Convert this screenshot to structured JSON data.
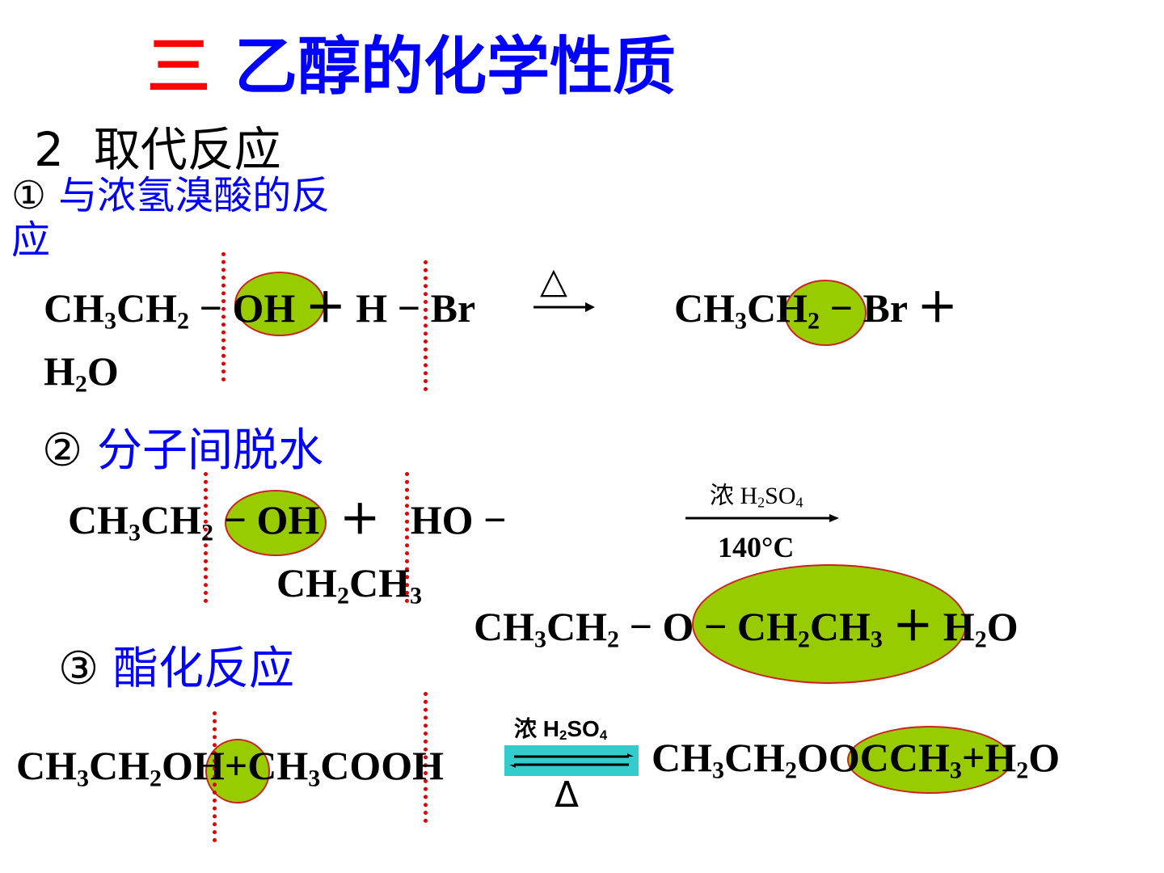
{
  "title": {
    "num": "三",
    "text": "乙醇的化学性质"
  },
  "section2": "2  取代反应",
  "r1": {
    "heading_num": "①",
    "heading_line1": "与浓氢溴酸的反",
    "heading_line2": "应",
    "c1": "CH",
    "s1": "3",
    "c2": "CH",
    "s2": "2",
    "rest1": " − OH ＋ H − Br",
    "cond": "△",
    "p1": "CH",
    "ps1": "3",
    "p2": "CH",
    "ps2": "2",
    "prest": " − Br ＋",
    "h2o_h": "H",
    "h2o_s": "2",
    "h2o_o": "O"
  },
  "r2": {
    "heading_num": "②",
    "heading_text": "分子间脱水",
    "c1": "CH",
    "s1": "3",
    "c2": "CH",
    "s2": "2",
    "rest1": " − OH  ＋   HO −",
    "line2_a": "CH",
    "line2_s1": "2",
    "line2_b": "CH",
    "line2_s2": "3",
    "cond_top_a": "浓 H",
    "cond_top_s1": "2",
    "cond_top_b": "SO",
    "cond_top_s2": "4",
    "cond_bottom": "140°C",
    "p1": "CH",
    "ps1": "3",
    "p2": "CH",
    "ps2": "2",
    "pmid": " − O − CH",
    "ps3": "2",
    "p3": "CH",
    "ps4": "3",
    "pplus": " ＋ H",
    "ps5": "2",
    "pend": "O"
  },
  "r3": {
    "heading_num": "③",
    "heading_text": "酯化反应",
    "a1": "CH",
    "as1": "3",
    "a2": "CH",
    "as2": "2",
    "a3": "OH+CH",
    "as3": "3",
    "a4": "COOH",
    "cond_top_a": "浓 H",
    "cond_top_s1": "2",
    "cond_top_b": "SO",
    "cond_top_s2": "4",
    "cond_bottom": "Δ",
    "p1": "CH",
    "ps1": "3",
    "p2": "CH",
    "ps2": "2",
    "p3": "OOCCH",
    "ps3": "3",
    "p4": "+H",
    "ps4": "2",
    "p5": "O"
  },
  "colors": {
    "title_num": "#ff0000",
    "heading": "#0000ff",
    "highlight": "#99cc00",
    "outline": "#cc2222",
    "divider": "#e00000",
    "arrow_box": "#33cccc"
  }
}
